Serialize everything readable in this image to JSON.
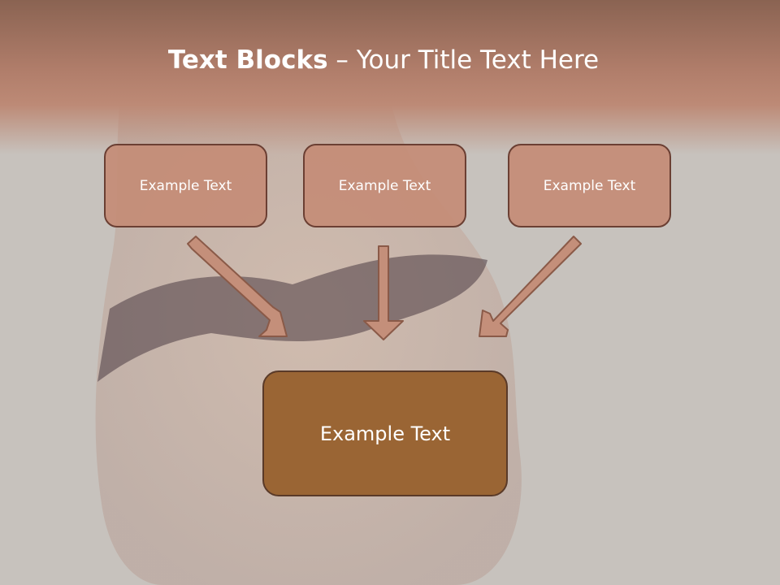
{
  "slide": {
    "title_bold": "Text Blocks",
    "title_separator": " – ",
    "title_rest": "Your Title Text Here",
    "boxes": [
      {
        "label": "Example Text"
      },
      {
        "label": "Example Text"
      },
      {
        "label": "Example Text"
      }
    ],
    "target_box": {
      "label": "Example Text"
    },
    "colors": {
      "header": "#b07d6a",
      "small_box_fill": "#c48c76",
      "small_box_border": "#6b3f33",
      "target_box_fill": "#9a6534",
      "arrow_fill": "#c48f7a",
      "arrow_stroke": "#8a5a48"
    }
  }
}
